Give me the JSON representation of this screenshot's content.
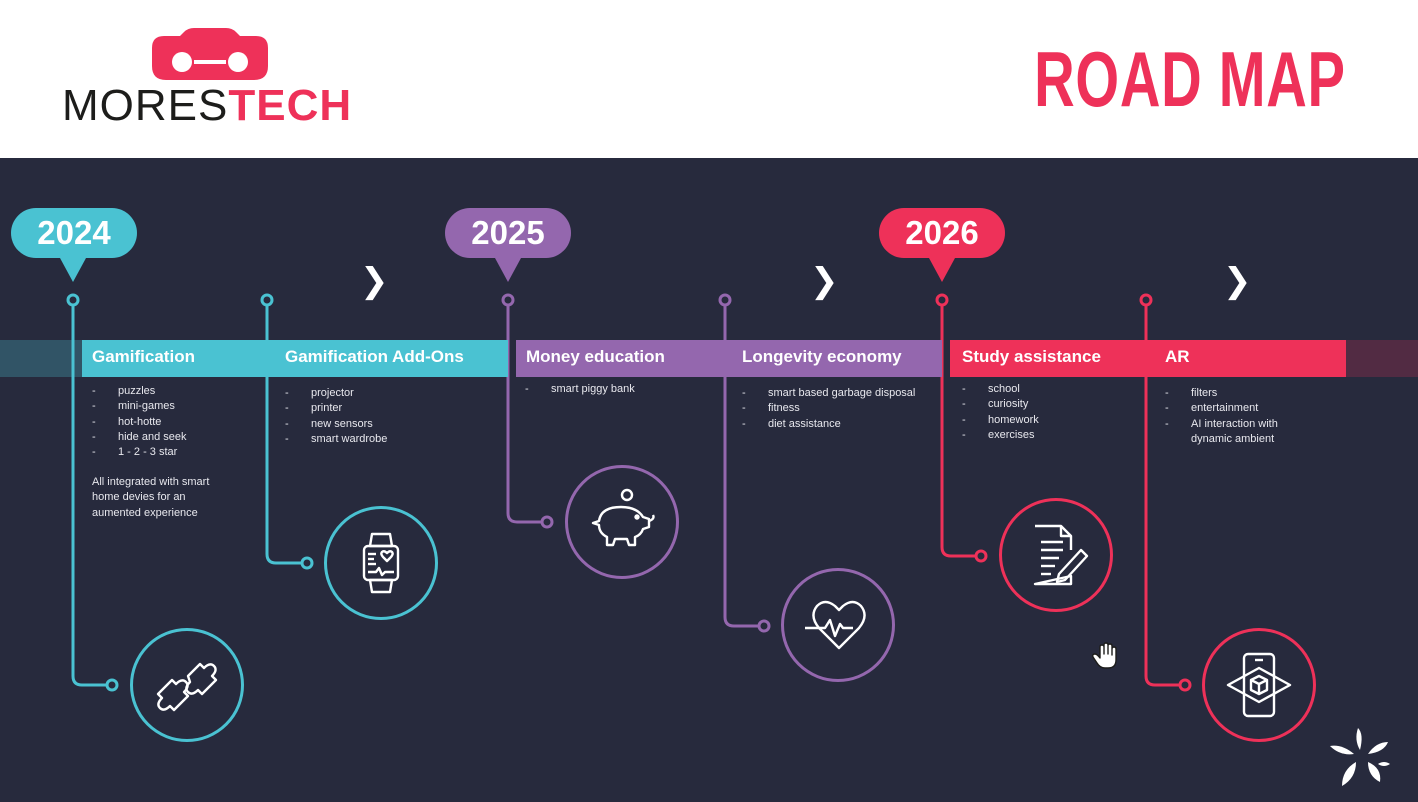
{
  "header": {
    "logo_text_dark": "MORES",
    "logo_text_accent": "TECH",
    "title": "ROAD MAP"
  },
  "colors": {
    "cyan": "#4ac2d2",
    "purple": "#9467ae",
    "red": "#ee3159",
    "background": "#272a3d"
  },
  "years": [
    {
      "label": "2024",
      "color": "#4ac2d2"
    },
    {
      "label": "2025",
      "color": "#9467ae"
    },
    {
      "label": "2026",
      "color": "#ee3159"
    }
  ],
  "milestones": [
    {
      "title": "Gamification",
      "items": [
        "puzzles",
        "mini-games",
        "hot-hotte",
        "hide and seek",
        "1 - 2 - 3 star"
      ],
      "note": "All integrated with smart home devies for an aumented experience",
      "icon": "puzzle-icon"
    },
    {
      "title": "Gamification Add-Ons",
      "items": [
        "projector",
        "printer",
        "new sensors",
        "smart wardrobe"
      ],
      "icon": "smartwatch-icon"
    },
    {
      "title": "Money education",
      "items": [
        "smart piggy bank"
      ],
      "icon": "piggy-bank-icon"
    },
    {
      "title": "Longevity economy",
      "items": [
        "smart based garbage disposal",
        "fitness",
        "diet assistance"
      ],
      "icon": "heartbeat-icon"
    },
    {
      "title": "Study assistance",
      "items": [
        "school",
        "curiosity",
        "homework",
        "exercises"
      ],
      "icon": "document-pen-icon"
    },
    {
      "title": "AR",
      "items": [
        "filters",
        "entertainment",
        "AI interaction with dynamic ambient"
      ],
      "icon": "ar-phone-icon"
    }
  ],
  "chevron": "❯"
}
